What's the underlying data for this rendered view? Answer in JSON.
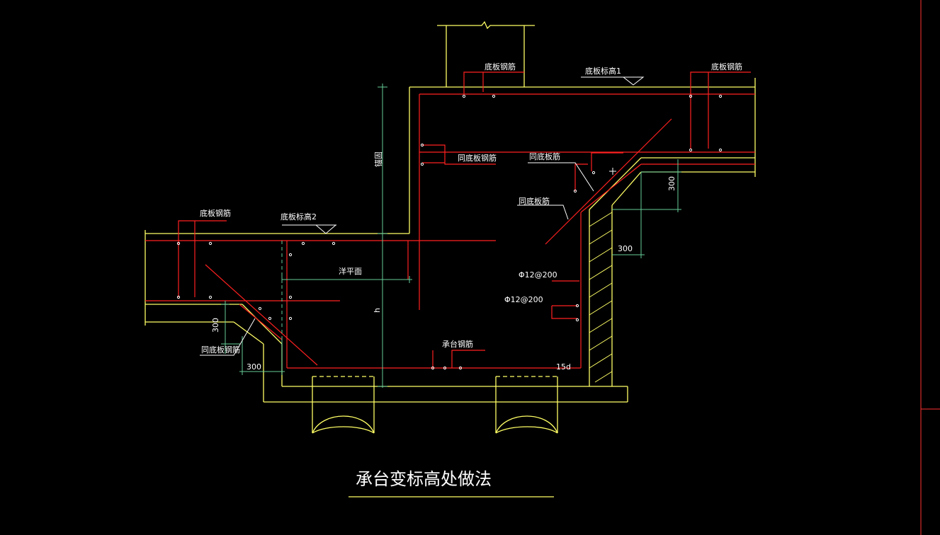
{
  "colors": {
    "background": "#000000",
    "concrete": "#ffff66",
    "rebar": "#ff2020",
    "dimension": "#66cc99",
    "text": "#ffffff",
    "border": "#ff3030"
  },
  "labels": {
    "bottom_rebar_top": "底板钢筋",
    "bottom_elev_1": "底板标高1",
    "bottom_rebar_right": "底板钢筋",
    "same_bottom_rebar_mid": "同底板钢筋",
    "same_bottom_rebar_right_top": "同底板筋",
    "same_bottom_rebar_right_mid": "同底板筋",
    "anchor_length": "锚固",
    "bottom_rebar_left": "底板钢筋",
    "bottom_elev_2": "底板标高2",
    "same_bottom_rebar_left": "同底板钢筋",
    "horizontal_plane": "洋平面",
    "h": "h",
    "rebar_spec_1": "Φ12@200",
    "rebar_spec_2": "Φ12@200",
    "cap_rebar": "承台钢筋",
    "dim_300_left_v": "300",
    "dim_300_left_h": "300",
    "dim_300_right_v": "300",
    "dim_300_right_h": "300",
    "dim_15d": "15d"
  },
  "drawing_title": "承台变标高处做法"
}
